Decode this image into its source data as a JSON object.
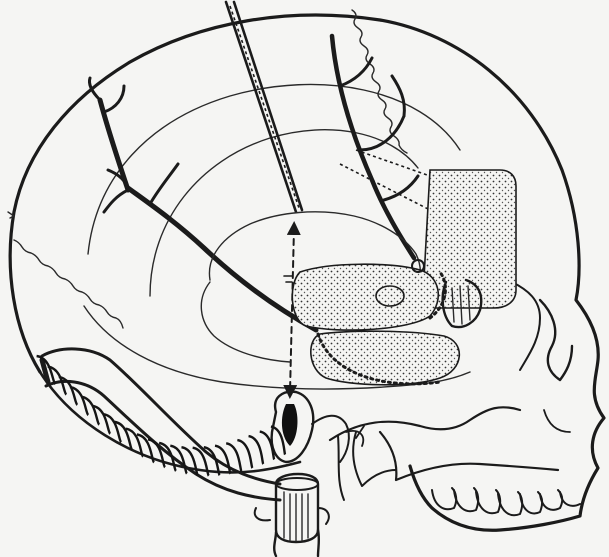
{
  "figure": {
    "background": "#f5f5f3",
    "ink": "#1b1b1b",
    "parts": [
      "skull-outline",
      "coronal-suture",
      "lambdoid-suture",
      "ventricle-curves",
      "cortical-vessels",
      "needle",
      "measurement-arrow",
      "stippled-mass",
      "eye-globe",
      "coiled-tube",
      "cervical-vertebra",
      "facial-skeleton",
      "teeth"
    ]
  }
}
